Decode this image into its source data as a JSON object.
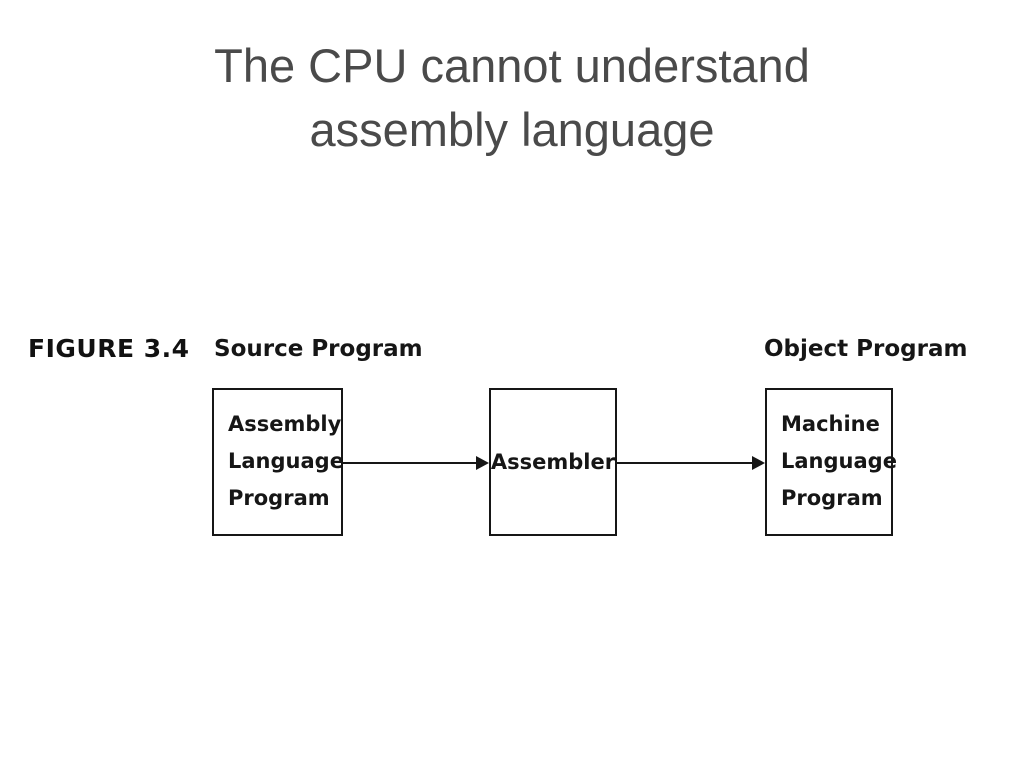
{
  "slide": {
    "title_lines": [
      "The CPU cannot understand",
      "assembly language"
    ]
  },
  "figure": {
    "label": "FIGURE 3.4",
    "source_label": "Source Program",
    "object_label": "Object Program",
    "boxes": [
      {
        "name": "assembly-language-program",
        "lines": [
          "Assembly",
          "Language",
          "Program"
        ]
      },
      {
        "name": "assembler",
        "lines": [
          "Assembler"
        ]
      },
      {
        "name": "machine-language-program",
        "lines": [
          "Machine",
          "Language",
          "Program"
        ]
      }
    ],
    "arrows": [
      {
        "from": "assembly-language-program",
        "to": "assembler"
      },
      {
        "from": "assembler",
        "to": "machine-language-program"
      }
    ]
  },
  "colors": {
    "title": "#4a4a4a",
    "ink": "#161616",
    "background": "#ffffff"
  }
}
